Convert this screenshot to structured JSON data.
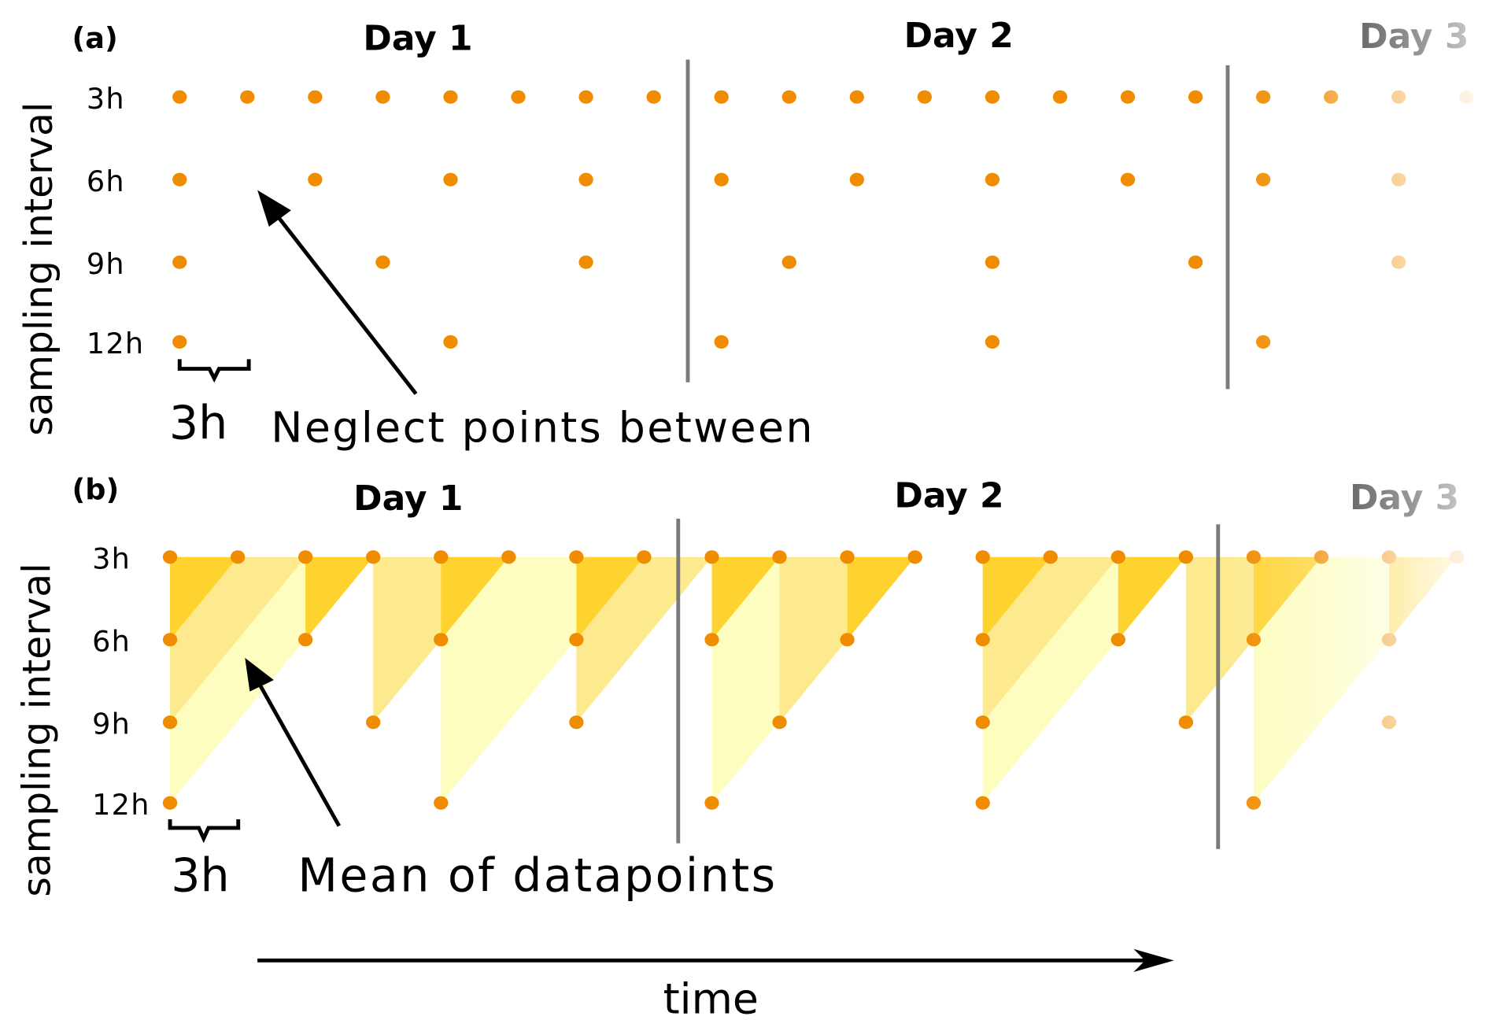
{
  "colors": {
    "point": "#f08c00",
    "separator": "#7a7a7a",
    "tri_6h": "#fed330",
    "tri_9h": "#fdea8e",
    "tri_12h": "#fdfdc0"
  },
  "axis_label": "sampling interval",
  "time_label": "time",
  "scale_label": "3h",
  "row_labels": [
    "3h",
    "6h",
    "9h",
    "12h"
  ],
  "samples_per_row_period": [
    1,
    2,
    3,
    4
  ],
  "columns": 20,
  "panels": [
    {
      "id": "a",
      "label": "(a)",
      "days": [
        "Day 1",
        "Day 2",
        "Day 3"
      ],
      "annotation": "Neglect points between",
      "mode": "neglect"
    },
    {
      "id": "b",
      "label": "(b)",
      "days": [
        "Day 1",
        "Day 2",
        "Day 3"
      ],
      "annotation": "Mean of datapoints",
      "mode": "mean"
    }
  ]
}
